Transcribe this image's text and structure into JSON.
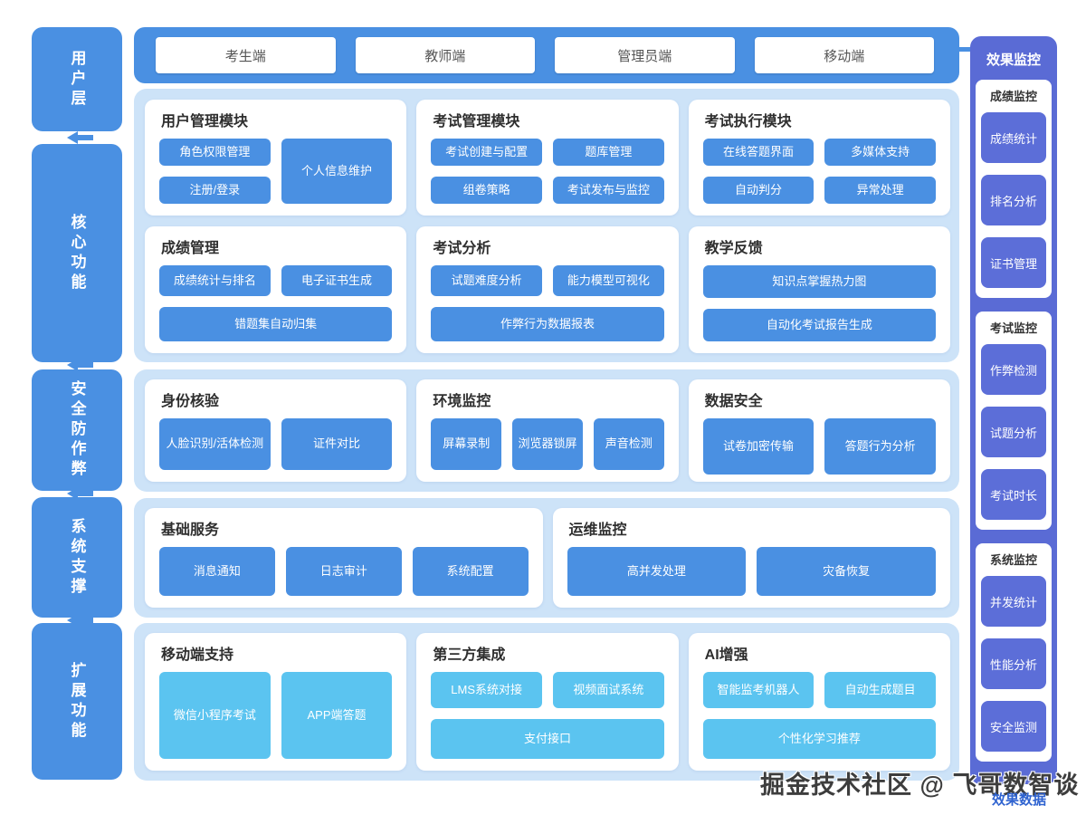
{
  "colors": {
    "accent_blue": "#4A90E2",
    "panel_light_blue": "#CDE3F8",
    "sky_blue": "#5BC4F0",
    "monitor_indigo": "#5A6BD5",
    "monitor_button_indigo": "#5C6ED8"
  },
  "layers": [
    {
      "label": "用户层"
    },
    {
      "label": "核心功能"
    },
    {
      "label": "安全防作弊"
    },
    {
      "label": "系统支撑"
    },
    {
      "label": "扩展功能"
    }
  ],
  "clients": {
    "items": [
      "考生端",
      "教师端",
      "管理员端",
      "移动端"
    ]
  },
  "core": {
    "row1": [
      {
        "title": "用户管理模块",
        "buttons": [
          "角色权限管理",
          "注册/登录",
          "个人信息维护"
        ]
      },
      {
        "title": "考试管理模块",
        "buttons": [
          "考试创建与配置",
          "题库管理",
          "组卷策略",
          "考试发布与监控"
        ]
      },
      {
        "title": "考试执行模块",
        "buttons": [
          "在线答题界面",
          "多媒体支持",
          "自动判分",
          "异常处理"
        ]
      }
    ],
    "row2": [
      {
        "title": "成绩管理",
        "buttons": [
          "成绩统计与排名",
          "电子证书生成",
          "错题集自动归集"
        ]
      },
      {
        "title": "考试分析",
        "buttons": [
          "试题难度分析",
          "能力模型可视化",
          "作弊行为数据报表"
        ]
      },
      {
        "title": "教学反馈",
        "buttons": [
          "知识点掌握热力图",
          "自动化考试报告生成"
        ]
      }
    ]
  },
  "security": [
    {
      "title": "身份核验",
      "buttons": [
        "人脸识别/活体检测",
        "证件对比"
      ]
    },
    {
      "title": "环境监控",
      "buttons": [
        "屏幕录制",
        "浏览器锁屏",
        "声音检测"
      ]
    },
    {
      "title": "数据安全",
      "buttons": [
        "试卷加密传输",
        "答题行为分析"
      ]
    }
  ],
  "support": [
    {
      "title": "基础服务",
      "buttons": [
        "消息通知",
        "日志审计",
        "系统配置"
      ]
    },
    {
      "title": "运维监控",
      "buttons": [
        "高并发处理",
        "灾备恢复"
      ]
    }
  ],
  "extension": [
    {
      "title": "移动端支持",
      "buttons": [
        "微信小程序考试",
        "APP端答题"
      ]
    },
    {
      "title": "第三方集成",
      "buttons": [
        "LMS系统对接",
        "视频面试系统",
        "支付接口"
      ]
    },
    {
      "title": "AI增强",
      "buttons": [
        "智能监考机器人",
        "自动生成题目",
        "个性化学习推荐"
      ]
    }
  ],
  "monitor": {
    "title": "效果监控",
    "groups": [
      {
        "title": "成绩监控",
        "items": [
          "成绩统计",
          "排名分析",
          "证书管理"
        ]
      },
      {
        "title": "考试监控",
        "items": [
          "作弊检测",
          "试题分析",
          "考试时长"
        ]
      },
      {
        "title": "系统监控",
        "items": [
          "并发统计",
          "性能分析",
          "安全监测"
        ]
      }
    ],
    "footer": "效果数据"
  },
  "watermark": "掘金技术社区 @ 飞哥数智谈"
}
